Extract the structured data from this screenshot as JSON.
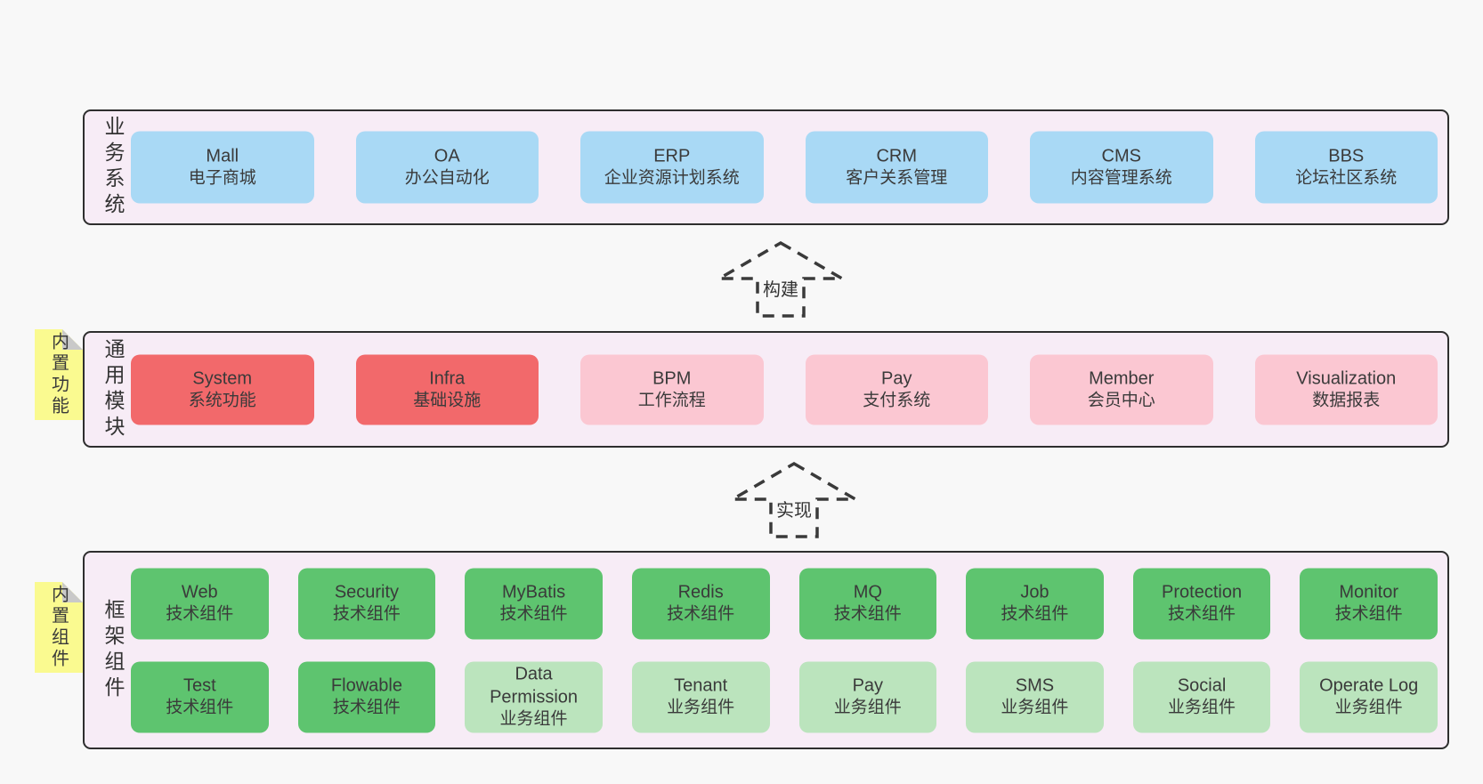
{
  "colors": {
    "pageBg": "#f8f8f8",
    "tierBg": "#f7ecf6",
    "line": "#2e2e2e",
    "text": "#3a3a3a",
    "blue": "#a9d9f5",
    "red": "#f2696b",
    "pink": "#fbc7d2",
    "green": "#5ec46f",
    "lightGreen": "#bbe4bd",
    "noteYellow": "#fafa90",
    "noteFold": "#c9c9c9"
  },
  "arrows": [
    {
      "label": "构建"
    },
    {
      "label": "实现"
    }
  ],
  "tiers": [
    {
      "label": "业务系统",
      "boxes": [
        {
          "name": "Mall",
          "desc": "电子商城",
          "variant": "blue"
        },
        {
          "name": "OA",
          "desc": "办公自动化",
          "variant": "blue"
        },
        {
          "name": "ERP",
          "desc": "企业资源计划系统",
          "variant": "blue"
        },
        {
          "name": "CRM",
          "desc": "客户关系管理",
          "variant": "blue"
        },
        {
          "name": "CMS",
          "desc": "内容管理系统",
          "variant": "blue"
        },
        {
          "name": "BBS",
          "desc": "论坛社区系统",
          "variant": "blue"
        }
      ]
    },
    {
      "label": "通用模块",
      "note": "内置功能",
      "boxes": [
        {
          "name": "System",
          "desc": "系统功能",
          "variant": "red"
        },
        {
          "name": "Infra",
          "desc": "基础设施",
          "variant": "red"
        },
        {
          "name": "BPM",
          "desc": "工作流程",
          "variant": "pink"
        },
        {
          "name": "Pay",
          "desc": "支付系统",
          "variant": "pink"
        },
        {
          "name": "Member",
          "desc": "会员中心",
          "variant": "pink"
        },
        {
          "name": "Visualization",
          "desc": "数据报表",
          "variant": "pink"
        }
      ]
    },
    {
      "label": "框架组件",
      "note": "内置组件",
      "boxes": [
        {
          "name": "Web",
          "desc": "技术组件",
          "variant": "green"
        },
        {
          "name": "Security",
          "desc": "技术组件",
          "variant": "green"
        },
        {
          "name": "MyBatis",
          "desc": "技术组件",
          "variant": "green"
        },
        {
          "name": "Redis",
          "desc": "技术组件",
          "variant": "green"
        },
        {
          "name": "MQ",
          "desc": "技术组件",
          "variant": "green"
        },
        {
          "name": "Job",
          "desc": "技术组件",
          "variant": "green"
        },
        {
          "name": "Protection",
          "desc": "技术组件",
          "variant": "green"
        },
        {
          "name": "Monitor",
          "desc": "技术组件",
          "variant": "green"
        },
        {
          "name": "Test",
          "desc": "技术组件",
          "variant": "green"
        },
        {
          "name": "Flowable",
          "desc": "技术组件",
          "variant": "green"
        },
        {
          "name": "Data Permission",
          "desc": "业务组件",
          "variant": "lightgreen"
        },
        {
          "name": "Tenant",
          "desc": "业务组件",
          "variant": "lightgreen"
        },
        {
          "name": "Pay",
          "desc": "业务组件",
          "variant": "lightgreen"
        },
        {
          "name": "SMS",
          "desc": "业务组件",
          "variant": "lightgreen"
        },
        {
          "name": "Social",
          "desc": "业务组件",
          "variant": "lightgreen"
        },
        {
          "name": "Operate Log",
          "desc": "业务组件",
          "variant": "lightgreen"
        }
      ]
    }
  ]
}
